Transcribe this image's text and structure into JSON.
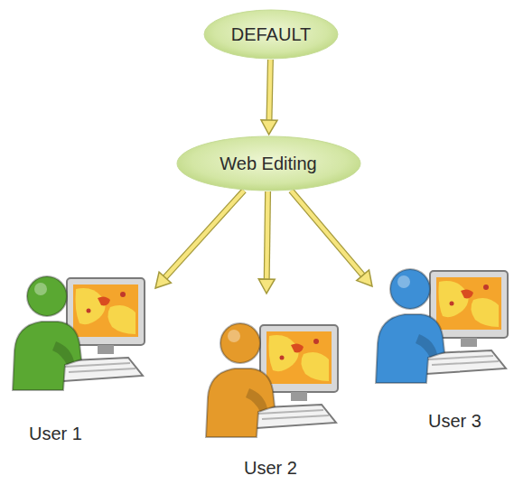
{
  "diagram": {
    "nodes": [
      {
        "text": [
          "DEFAULT"
        ]
      },
      {
        "text": [
          "Web Editing"
        ]
      },
      {
        "text": [
          "User 1"
        ]
      },
      {
        "text": [
          "User 2"
        ]
      },
      {
        "text": [
          "User 3"
        ]
      }
    ],
    "edges": [
      {
        "from": 0,
        "to": 1,
        "arrow": "to"
      },
      {
        "from": 1,
        "to": 2,
        "arrow": "to"
      },
      {
        "from": 1,
        "to": 3,
        "arrow": "to"
      },
      {
        "from": 1,
        "to": 4,
        "arrow": "to"
      }
    ]
  }
}
